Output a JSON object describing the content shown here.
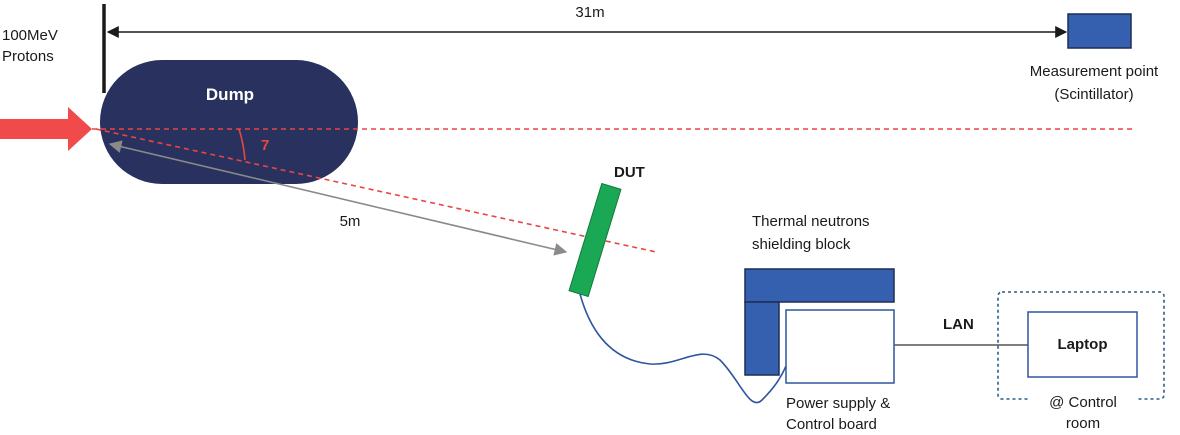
{
  "beam": {
    "label_line1": "100MeV",
    "label_line2": "Protons"
  },
  "dump": {
    "label": "Dump",
    "angle_label": "7"
  },
  "distances": {
    "long": "31m",
    "short": "5m"
  },
  "dut": {
    "label": "DUT"
  },
  "measurement": {
    "label_line1": "Measurement point",
    "label_line2": "(Scintillator)"
  },
  "shielding": {
    "label_line1": "Thermal neutrons",
    "label_line2": "shielding block"
  },
  "power_supply": {
    "label_line1": "Power supply &",
    "label_line2": "Control board"
  },
  "lan": {
    "label": "LAN"
  },
  "laptop": {
    "label": "Laptop"
  },
  "control_room": {
    "label_line1": "@ Control",
    "label_line2": "room"
  },
  "colors": {
    "dump_fill": "#29325e",
    "beam_arrow": "#f04a4a",
    "beam_line": "#e84545",
    "dut_fill": "#1aa855",
    "blue_block": "#3560b0",
    "cable": "#2f55a0",
    "control_room_border": "#2d5d8a",
    "distance_arrow": "#8a8a8a"
  }
}
